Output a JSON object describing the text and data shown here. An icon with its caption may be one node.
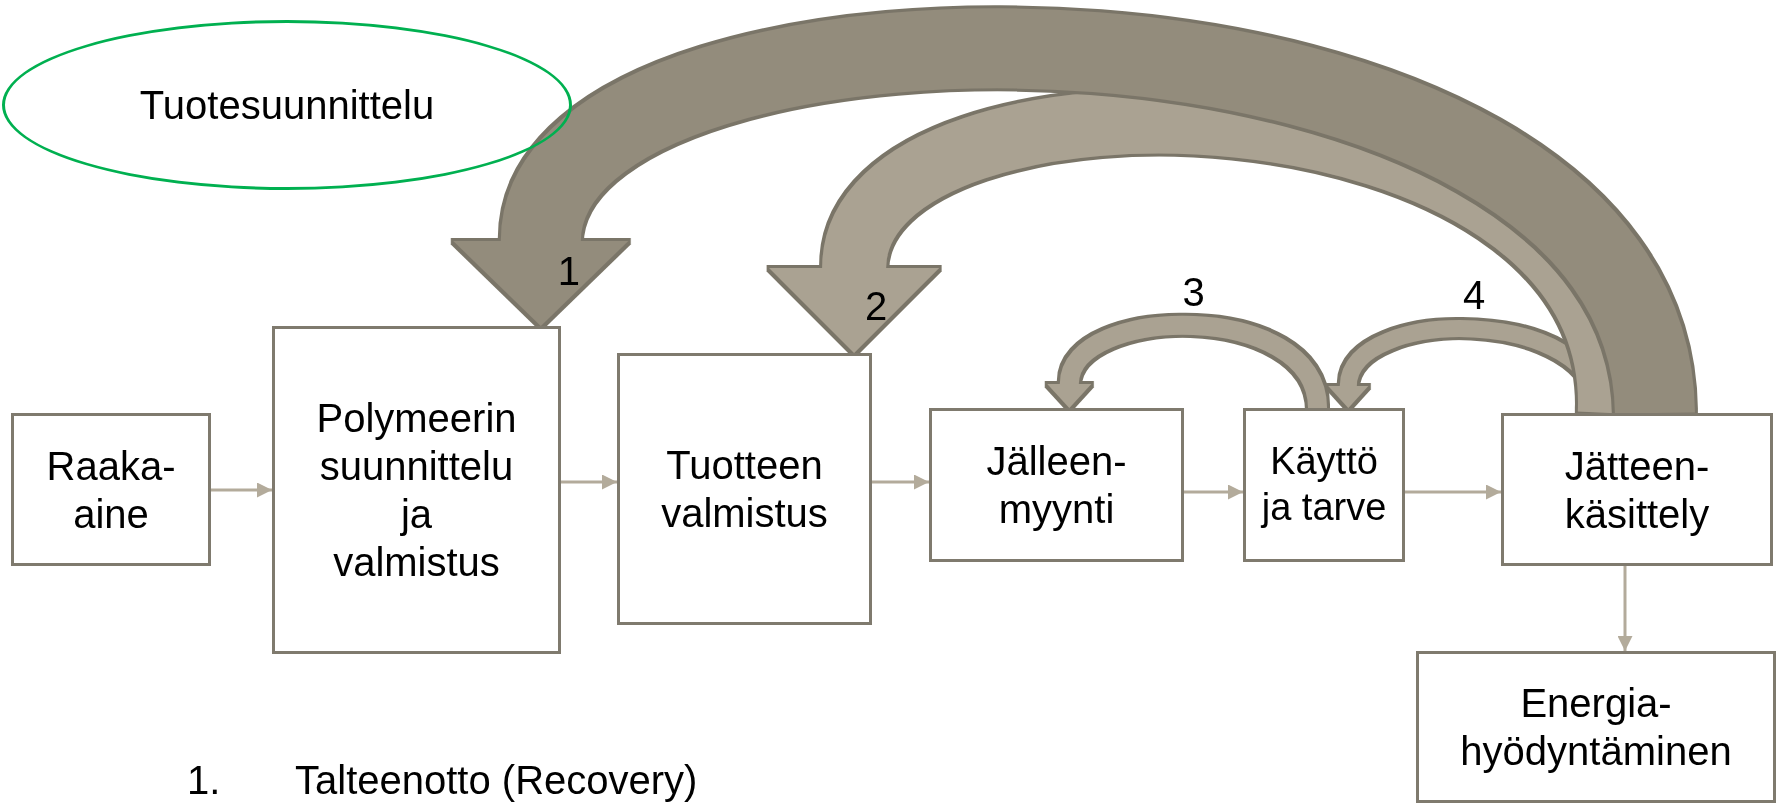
{
  "diagram": {
    "nodes": [
      {
        "text": [
          "Tuotesuunnittelu"
        ]
      },
      {
        "text": [
          "Raaka- aine"
        ]
      },
      {
        "text": [
          "Polymeerin suunnittelu ja valmistus"
        ]
      },
      {
        "text": [
          "Tuotteen valmistus"
        ]
      },
      {
        "text": [
          "Jälleen- myynti"
        ]
      },
      {
        "text": [
          "Käyttö ja tarve"
        ]
      },
      {
        "text": [
          "Jätteen- käsittely"
        ]
      },
      {
        "text": [
          "Energia- hyödyntäminen"
        ]
      }
    ],
    "edges": [
      {
        "from": 1,
        "to": 2,
        "arrow": "to"
      },
      {
        "from": 2,
        "to": 3,
        "arrow": "to"
      },
      {
        "from": 3,
        "to": 4,
        "arrow": "to"
      },
      {
        "from": 4,
        "to": 5,
        "arrow": "to"
      },
      {
        "from": 5,
        "to": 6,
        "arrow": "to"
      },
      {
        "from": 6,
        "to": 7,
        "arrow": "to"
      },
      {
        "from": 6,
        "to": 2,
        "arrow": "to",
        "label": "1",
        "style": "thick",
        "color": "#938c7c"
      },
      {
        "from": 6,
        "to": 3,
        "arrow": "to",
        "label": "2",
        "style": "thick",
        "color": "#aaa292"
      },
      {
        "from": 5,
        "to": 4,
        "arrow": "to",
        "label": "3",
        "style": "thick",
        "color": "#aaa292"
      },
      {
        "from": 6,
        "to": 5,
        "arrow": "to",
        "label": "4",
        "style": "thick",
        "color": "#aaa292"
      }
    ],
    "labels": [
      "1.",
      "Talteenotto (Recovery)"
    ]
  }
}
